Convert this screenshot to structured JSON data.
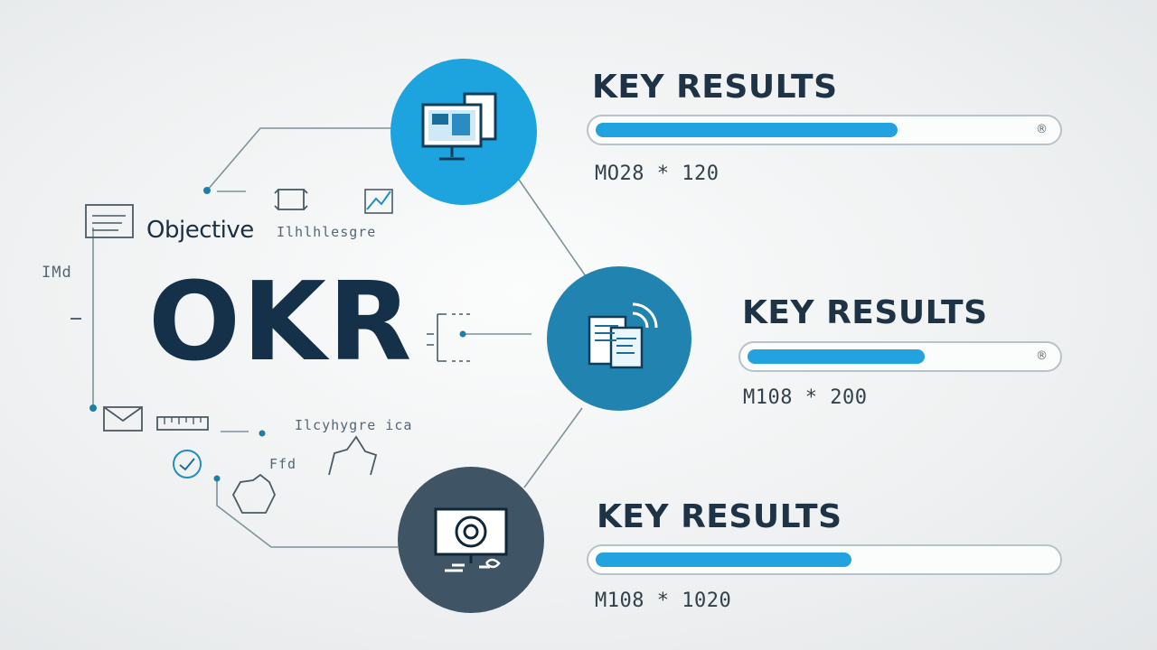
{
  "title": "OKR",
  "objective_label": "Objective",
  "scribbles": {
    "left_small": "IMd",
    "top_caption": "Ilhlhlesgre",
    "bottom_caption": "Ilcyhygre ica",
    "mid_caption": "Ffd"
  },
  "key_results": [
    {
      "heading": "KEY RESULTS",
      "progress": 0.66,
      "value_text": "MO28 * 120",
      "end_glyph": "®",
      "icon": "monitor-screens-icon",
      "circle_color": "#1da3dd"
    },
    {
      "heading": "KEY RESULTS",
      "progress": 0.58,
      "value_text": "M108 * 200",
      "end_glyph": "®",
      "icon": "documents-signal-icon",
      "circle_color": "#2184b0"
    },
    {
      "heading": "KEY RESULTS",
      "progress": 0.56,
      "value_text": "M108 * 1020",
      "end_glyph": "",
      "icon": "monitor-target-icon",
      "circle_color": "#3f5565"
    }
  ],
  "colors": {
    "accent": "#22a3e0",
    "title": "#153049",
    "line": "#7f9298"
  }
}
